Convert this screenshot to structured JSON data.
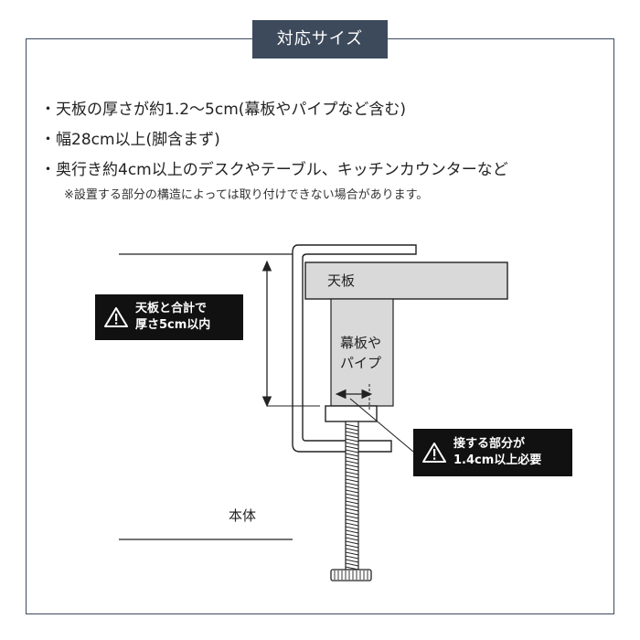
{
  "title": "対応サイズ",
  "specs": [
    "・天板の厚さが約1.2〜5cm(幕板やパイプなど含む)",
    "・幅28cm以上(脚含まず)",
    "・奥行き約4cm以上のデスクやテーブル、キッチンカウンターなど"
  ],
  "note": "※設置する部分の構造によっては取り付けできない場合があります。",
  "diagram": {
    "tabletop_label": "天板",
    "apron_label_line1": "幕板や",
    "apron_label_line2": "パイプ",
    "body_label": "本体",
    "warning_total": {
      "line1": "天板と合計で",
      "line2": "厚さ5cm以内",
      "icon": "warning-icon"
    },
    "warning_contact": {
      "line1": "接する部分が",
      "line2": "1.4cm以上必要",
      "icon": "warning-icon"
    }
  }
}
